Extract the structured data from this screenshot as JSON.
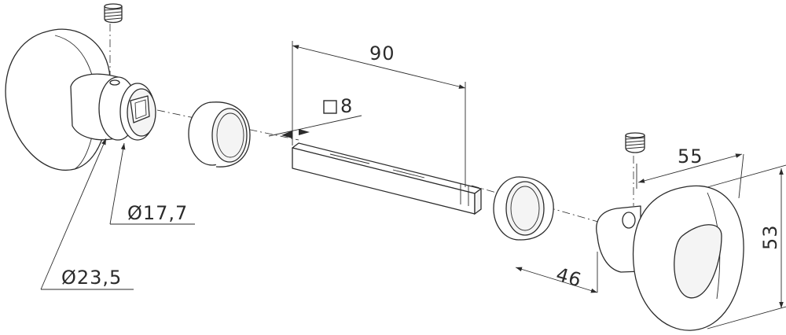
{
  "dimensions": {
    "d_small": "Ø17,7",
    "d_large": "Ø23,5",
    "spindle_length": "90",
    "spindle_square": "8",
    "rosette_depth": "55",
    "knob_height": "53",
    "knob_depth": "46"
  }
}
